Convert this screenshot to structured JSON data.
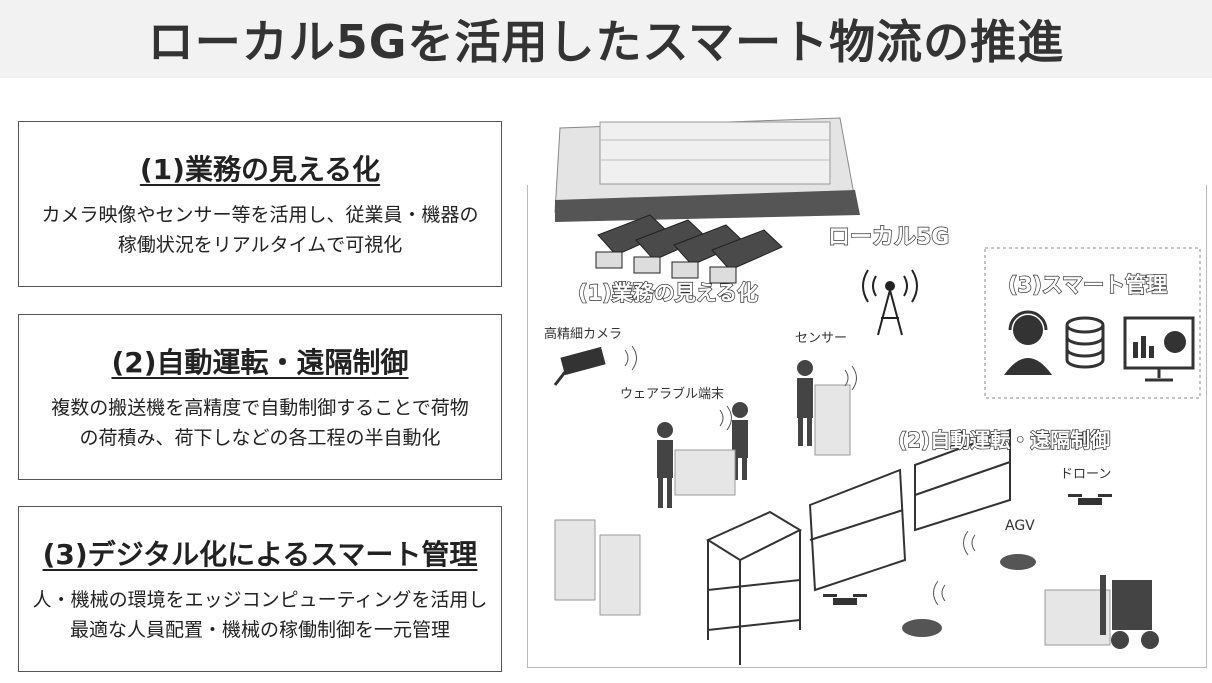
{
  "title": "ローカル5Gを活用したスマート物流の推進",
  "boxes": [
    {
      "heading": "(1)業務の見える化",
      "desc": "カメラ映像やセンサー等を活用し、従業員・機器の\n稼働状況をリアルタイムで可視化"
    },
    {
      "heading": "(2)自動運転・遠隔制御",
      "desc": "複数の搬送機を高精度で自動制御することで荷物\nの荷積み、荷下しなどの各工程の半自動化"
    },
    {
      "heading": "(3)デジタル化によるスマート管理",
      "desc": "人・機械の環境をエッジコンピューティングを活用し\n最適な人員配置・機械の稼働制御を一元管理"
    }
  ],
  "illustration": {
    "local5g": "ローカル5G",
    "visualization": "(1)業務の見える化",
    "smart_mgmt": "(3)スマート管理",
    "auto_remote": "(2)自動運転・遠隔制御",
    "camera": "高精細カメラ",
    "sensor": "センサー",
    "wearable": "ウェアラブル端末",
    "drone": "ドローン",
    "agv": "AGV"
  }
}
